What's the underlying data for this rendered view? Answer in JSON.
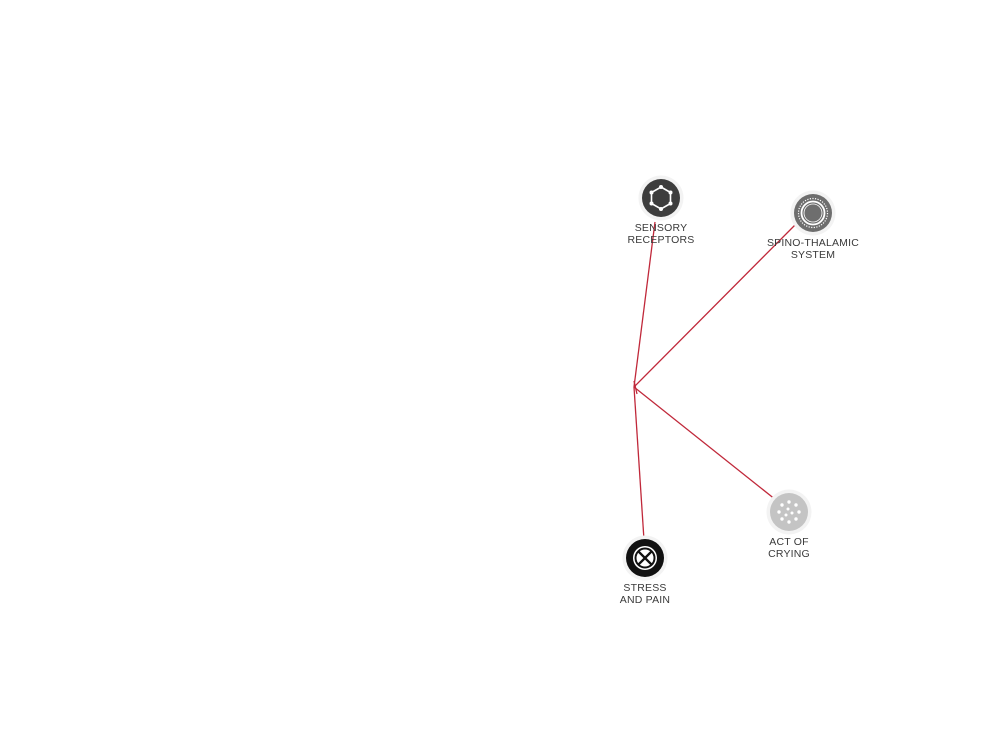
{
  "diagram": {
    "link_color": "#c0283a",
    "nodes": [
      {
        "id": "sensory",
        "label_line1": "SENSORY",
        "label_line2": "RECEPTORS",
        "icon": "hexagon-network-icon",
        "color": "#3d3d3d"
      },
      {
        "id": "spino",
        "label_line1": "SPINO-THALAMIC",
        "label_line2": "SYSTEM",
        "icon": "concentric-ring-icon",
        "color": "#6e6e6e"
      },
      {
        "id": "crying",
        "label_line1": "ACT OF",
        "label_line2": "CRYING",
        "icon": "dotted-circle-icon",
        "color": "#c4c4c4"
      },
      {
        "id": "stress",
        "label_line1": "STRESS",
        "label_line2": "AND PAIN",
        "icon": "x-circle-icon",
        "color": "#111111"
      }
    ]
  }
}
